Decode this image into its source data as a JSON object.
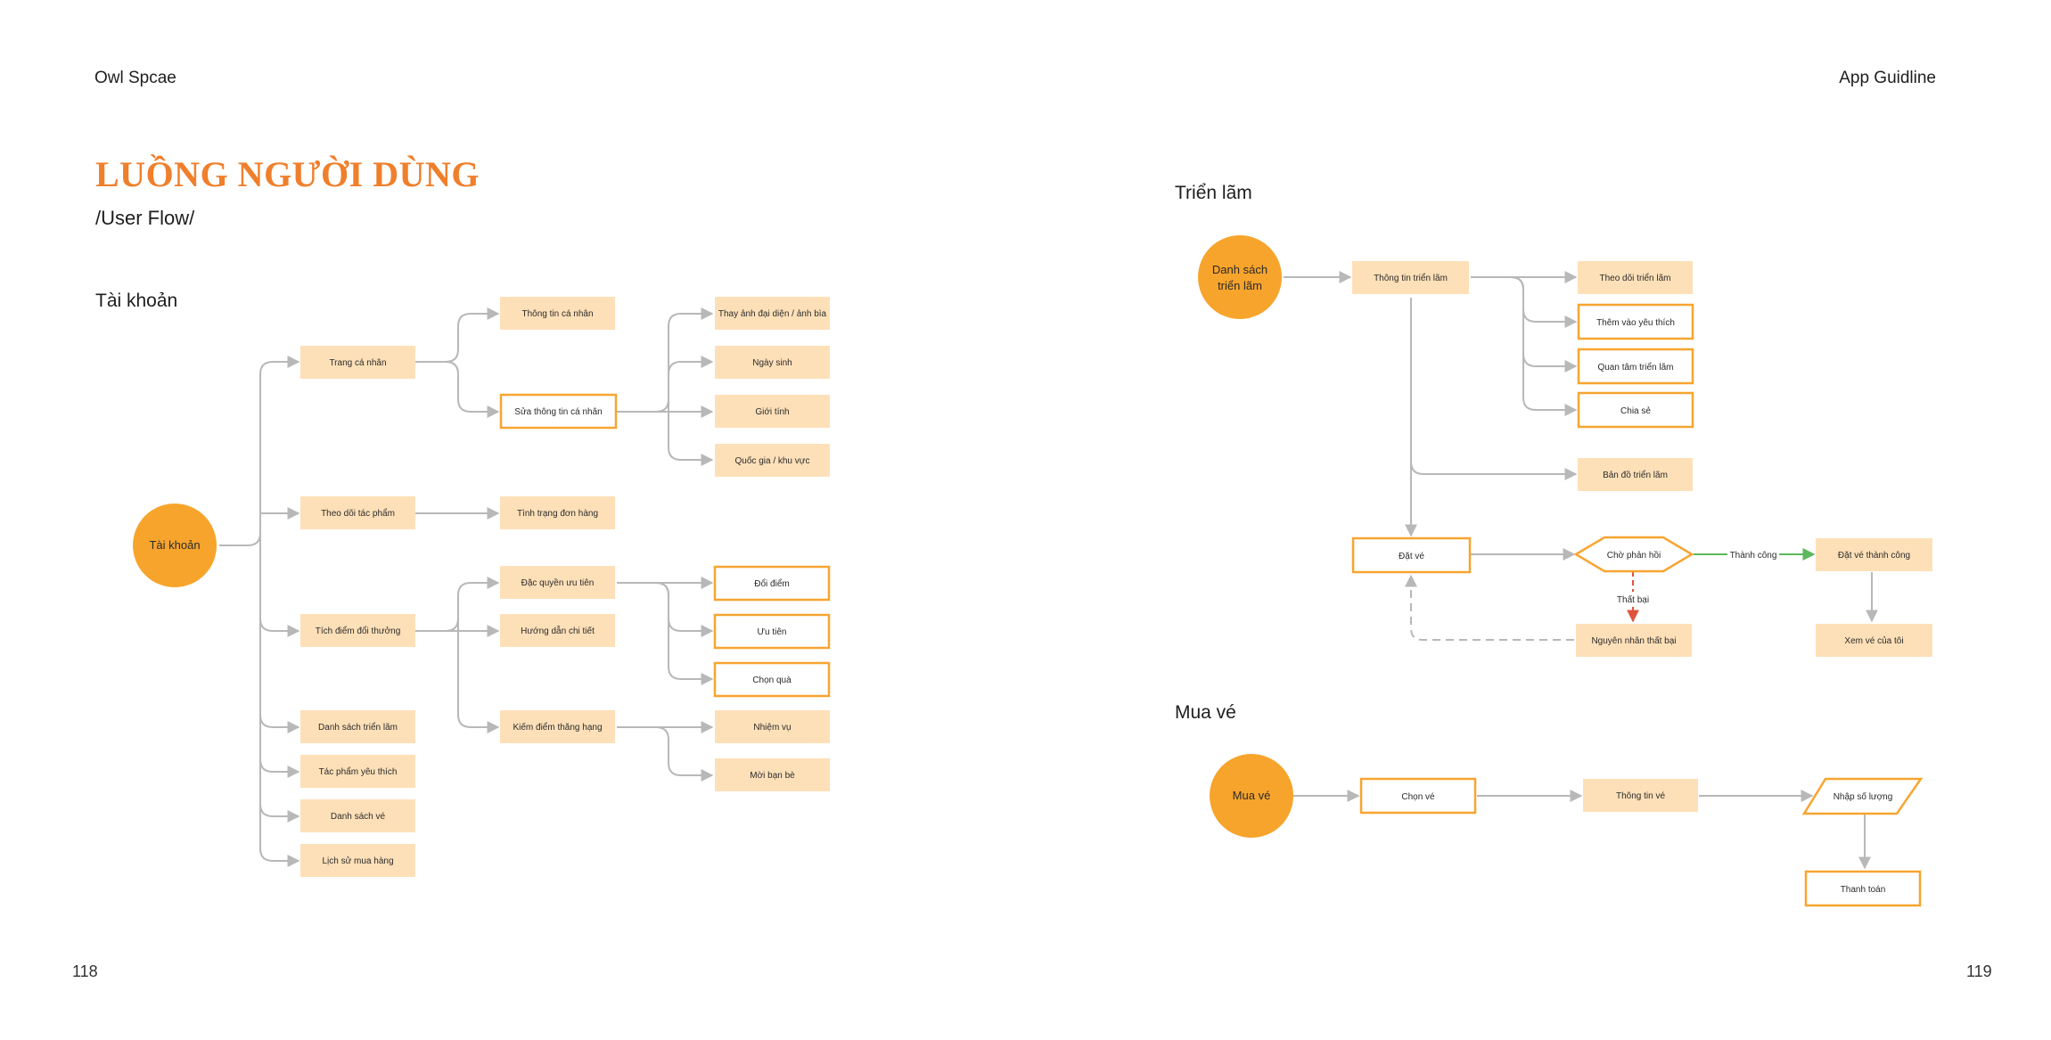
{
  "header": {
    "left": "Owl Spcae",
    "right": "App Guidline"
  },
  "page_numbers": {
    "left": "118",
    "right": "119"
  },
  "title": "LUỒNG NGƯỜI DÙNG",
  "subtitle": "/User Flow/",
  "sections": {
    "account": "Tài khoản",
    "exhibition": "Triển lãm",
    "buy": "Mua vé"
  },
  "colors": {
    "accent": "#f07f2c",
    "circle": "#f7a42c",
    "node_fill": "#fee0b8",
    "node_outline": "#f7a530",
    "success_arrow": "#5cb85c",
    "fail_arrow": "#e0533c",
    "connector": "#b8b8b8"
  },
  "account_flow": {
    "root": "Tài khoản",
    "trang_ca_nhan": "Trang cá nhân",
    "thong_tin_ca_nhan": "Thông tin cá nhân",
    "sua_thong_tin": "Sửa thông tin cá nhân",
    "thay_anh": "Thay ảnh đại diện / ảnh bìa",
    "ngay_sinh": "Ngày sinh",
    "gioi_tinh": "Giới tính",
    "quoc_gia": "Quốc gia / khu vực",
    "theo_doi_tac_pham": "Theo dõi tác phẩm",
    "tinh_trang_don_hang": "Tình trạng đơn hàng",
    "tich_diem": "Tích điểm đổi thưởng",
    "dac_quyen": "Đặc quyền ưu tiên",
    "huong_dan": "Hướng dẫn chi tiết",
    "kiem_diem": "Kiếm điểm thăng hạng",
    "doi_diem": "Đổi điểm",
    "uu_tien": "Ưu tiên",
    "chon_qua": "Chọn quà",
    "nhiem_vu": "Nhiệm vụ",
    "moi_ban_be": "Mời bạn bè",
    "danh_sach_trien_lam": "Danh sách triển lãm",
    "tac_pham_yeu_thich": "Tác phẩm yêu thích",
    "danh_sach_ve": "Danh sách vé",
    "lich_su_mua_hang": "Lịch sử mua hàng"
  },
  "exhibition_flow": {
    "root_line1": "Danh sách",
    "root_line2": "triển lãm",
    "thong_tin_trien_lam": "Thông tin triển lãm",
    "theo_doi_trien_lam": "Theo dõi triển lãm",
    "them_vao_yeu_thich": "Thêm vào yêu thích",
    "quan_tam_trien_lam": "Quan tâm triển lãm",
    "chia_se": "Chia sẻ",
    "ban_do_trien_lam": "Bản đồ triển lãm",
    "dat_ve": "Đặt vé",
    "cho_phan_hoi": "Chờ phản hồi",
    "thanh_cong": "Thành công",
    "that_bai": "Thất bại",
    "dat_ve_thanh_cong": "Đặt vé thành công",
    "xem_ve_cua_toi": "Xem vé của tôi",
    "nguyen_nhan_that_bai": "Nguyên nhân thất bại"
  },
  "buy_flow": {
    "root": "Mua vé",
    "chon_ve": "Chọn vé",
    "thong_tin_ve": "Thông tin vé",
    "nhap_so_luong": "Nhập số lượng",
    "thanh_toan": "Thanh toán"
  }
}
